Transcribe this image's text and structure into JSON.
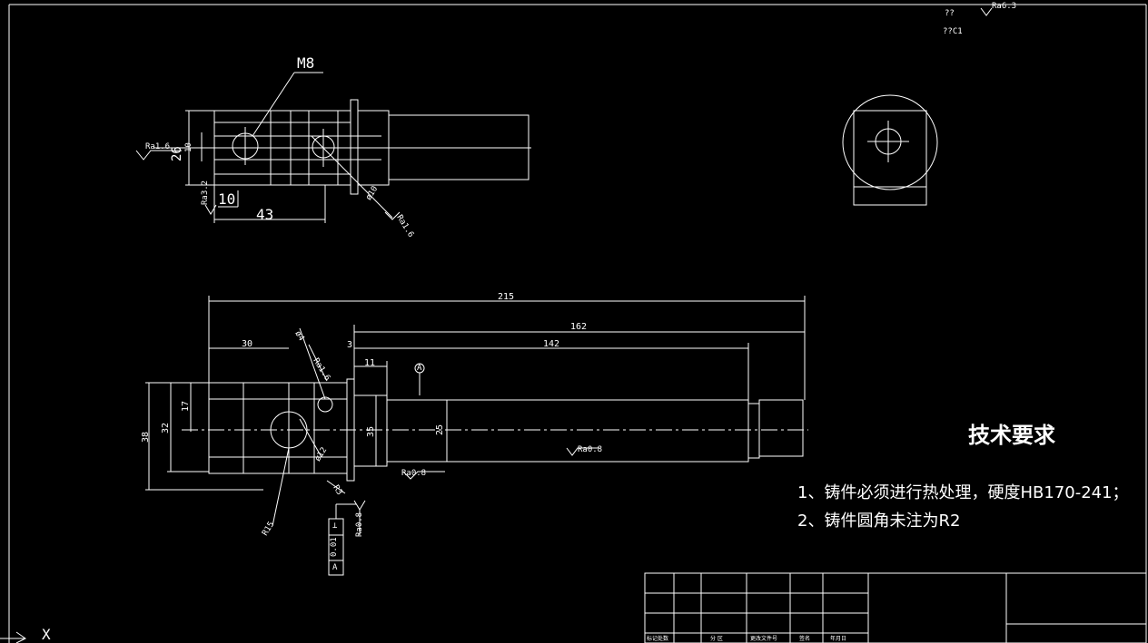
{
  "colors": {
    "background": "#000000",
    "lines": "#ffffff"
  },
  "top_view": {
    "thread_label": "M8",
    "dim_26": "26",
    "dim_10v": "10",
    "dim_10h": "10",
    "dim_43": "43",
    "dim_phi10": "ø10",
    "ra_left": "Ra1.6",
    "ra_bottom": "Ra3.2",
    "ra_leader": "Ra1.6"
  },
  "top_right": {
    "note_a": "??",
    "note_b": "??C1",
    "ra": "Ra6.3"
  },
  "front_view": {
    "dim_215": "215",
    "dim_162": "162",
    "dim_142": "142",
    "dim_30": "30",
    "dim_3": "3",
    "dim_11": "11",
    "dim_38": "38",
    "dim_32": "32",
    "dim_17": "17",
    "dim_35": "35",
    "dim_25": "25",
    "dim_phi4": "ø4",
    "dim_phi12": "ø12",
    "dim_r15": "R15",
    "dim_r3": "R3",
    "datum_a": "A",
    "ra_shaft": "Ra0.8",
    "ra_top": "Ra1.6",
    "ra_step": "Ra0.8",
    "ra_bottom": "Ra0.8",
    "tolerance": [
      "⊥",
      "0.01",
      "A"
    ]
  },
  "tech": {
    "title": "技术要求",
    "item1_cn": "1、铸件必须进行热处理，硬度",
    "item1_code": "HB170-241；",
    "item2_cn": "2、铸件圆角未注为",
    "item2_code": "R2"
  },
  "title_block": {
    "cells": [
      "标记处数",
      "分 区",
      "更改文件号",
      "签名",
      "年月日"
    ]
  },
  "ucs": {
    "x_label": "X"
  }
}
